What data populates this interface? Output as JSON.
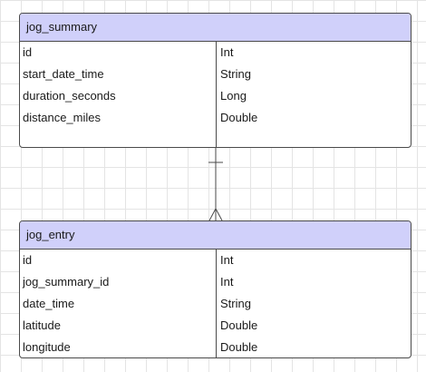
{
  "entities": [
    {
      "name": "jog_summary",
      "columns": [
        {
          "name": "id",
          "type": "Int"
        },
        {
          "name": "start_date_time",
          "type": "String"
        },
        {
          "name": "duration_seconds",
          "type": "Long"
        },
        {
          "name": "distance_miles",
          "type": "Double"
        }
      ]
    },
    {
      "name": "jog_entry",
      "columns": [
        {
          "name": "id",
          "type": "Int"
        },
        {
          "name": "jog_summary_id",
          "type": "Int"
        },
        {
          "name": "date_time",
          "type": "String"
        },
        {
          "name": "latitude",
          "type": "Double"
        },
        {
          "name": "longitude",
          "type": "Double"
        }
      ]
    }
  ],
  "relationship": {
    "from": "jog_summary",
    "to": "jog_entry",
    "from_cardinality": "one",
    "to_cardinality": "many"
  },
  "colors": {
    "header": "#d0d0fa",
    "border": "#4a4a4a",
    "grid": "#e4e4e4"
  }
}
